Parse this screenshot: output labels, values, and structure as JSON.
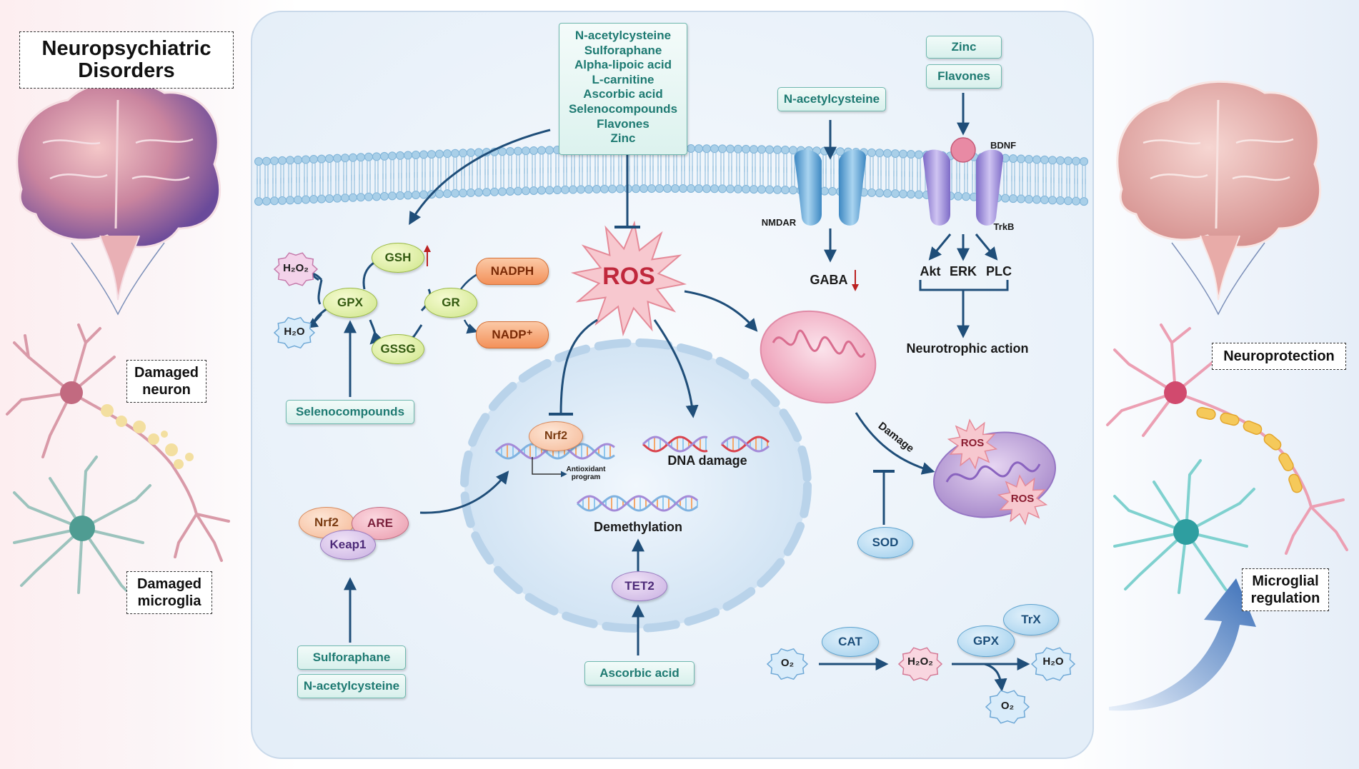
{
  "left_panel": {
    "title_line1": "Neuropsychiatric",
    "title_line2": "Disorders",
    "damaged_neuron_line1": "Damaged",
    "damaged_neuron_line2": "neuron",
    "damaged_microglia_line1": "Damaged",
    "damaged_microglia_line2": "microglia"
  },
  "right_panel": {
    "neuroprotection": "Neuroprotection",
    "microglial_line1": "Microglial",
    "microglial_line2": "regulation"
  },
  "top_drugs": [
    "N-acetylcysteine",
    "Sulforaphane",
    "Alpha-lipoic acid",
    "L-carnitine",
    "Ascorbic acid",
    "Selenocompounds",
    "Flavones",
    "Zinc"
  ],
  "glutathione_cycle": {
    "h2o2": "H₂O₂",
    "h2o": "H₂O",
    "gpx": "GPX",
    "gsh": "GSH",
    "gssg": "GSSG",
    "gr": "GR",
    "nadph": "NADPH",
    "nadp": "NADP⁺",
    "selenocompounds": "Selenocompounds"
  },
  "ros_center": "ROS",
  "nucleus": {
    "nrf2": "Nrf2",
    "antioxidant_line1": "Antioxidant",
    "antioxidant_line2": "program",
    "dna_damage": "DNA damage",
    "demethylation": "Demethylation",
    "tet2": "TET2",
    "ascorbic_acid": "Ascorbic acid"
  },
  "keap_complex": {
    "nrf2": "Nrf2",
    "are": "ARE",
    "keap1": "Keap1",
    "sulforaphane": "Sulforaphane",
    "nac": "N-acetylcysteine"
  },
  "nmdar_section": {
    "nac": "N-acetylcysteine",
    "nmdar": "NMDAR",
    "gaba": "GABA"
  },
  "bdnf_section": {
    "zinc": "Zinc",
    "flavones": "Flavones",
    "bdnf": "BDNF",
    "trkb": "TrkB",
    "akt": "Akt",
    "erk": "ERK",
    "plc": "PLC",
    "neurotrophic": "Neurotrophic action"
  },
  "mito_section": {
    "damage": "Damage",
    "ros1": "ROS",
    "ros2": "ROS",
    "sod": "SOD"
  },
  "catalase_section": {
    "o2_in": "O₂",
    "cat": "CAT",
    "h2o2": "H₂O₂",
    "gpx": "GPX",
    "trx": "TrX",
    "h2o": "H₂O",
    "o2_out": "O₂"
  },
  "colors": {
    "arrow": "#1f4e79",
    "membrane_head": "#a9cfe8",
    "ros": "#c0283c",
    "cell_bg": "#eef5fb"
  }
}
